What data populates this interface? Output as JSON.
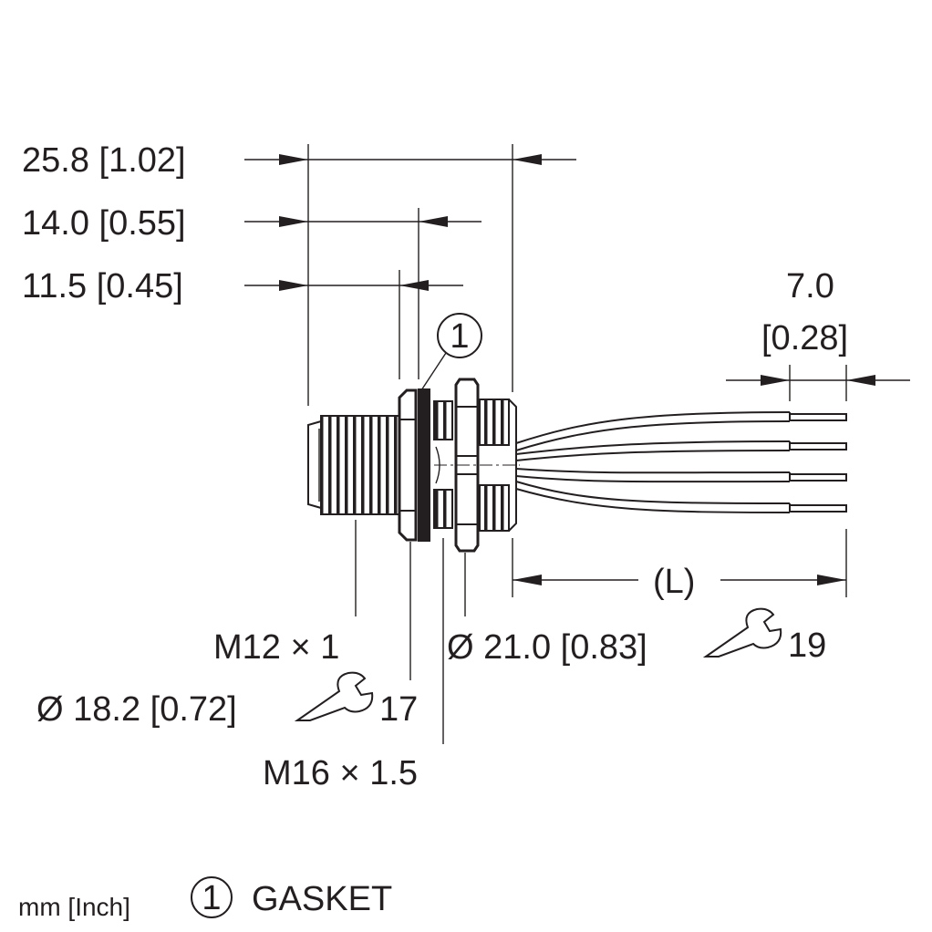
{
  "dimensions": {
    "overall_length": "25.8 [1.02]",
    "to_gasket": "14.0 [0.55]",
    "to_flange": "11.5 [0.45]",
    "strip_length_mm": "7.0",
    "strip_length_in": "[0.28]",
    "cable_length": "(L)"
  },
  "callouts": {
    "thread_front": "M12 × 1",
    "flange_diameter": "Ø 18.2 [0.72]",
    "wrench_front": "17",
    "thread_rear": "M16 × 1.5",
    "nut_diameter": "Ø 21.0 [0.83]",
    "wrench_rear": "19",
    "gasket_marker": "1"
  },
  "legend": {
    "units": "mm [Inch]",
    "item_number": "1",
    "item_label": "GASKET"
  },
  "icons": {
    "wrench": "wrench-icon"
  }
}
